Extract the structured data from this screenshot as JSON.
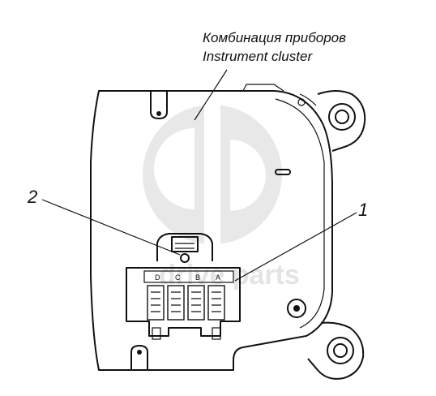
{
  "caption": {
    "ru": "Комбинация приборов",
    "en": "Instrument cluster"
  },
  "callouts": {
    "c1": "1",
    "c2": "2"
  },
  "connector_pins": [
    "D",
    "C",
    "B",
    "A"
  ],
  "watermark": {
    "text": "drive parts",
    "logo": "dp-logo"
  }
}
